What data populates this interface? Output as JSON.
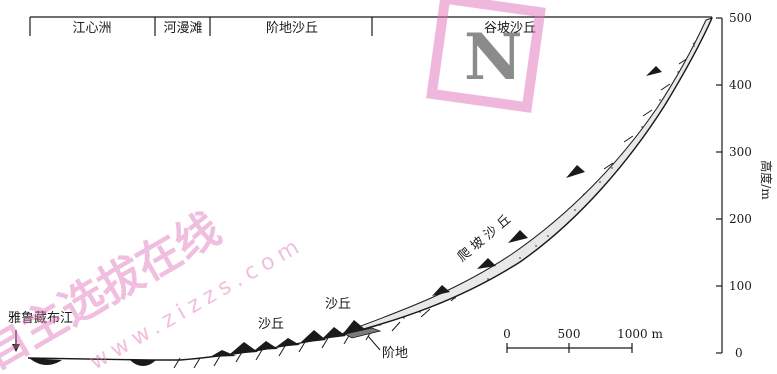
{
  "zones": [
    "江心洲",
    "河漫滩",
    "阶地沙丘",
    "谷坡沙丘"
  ],
  "axis": {
    "label": "高度/m",
    "ticks": [
      "500",
      "400",
      "300",
      "200",
      "100",
      "0"
    ]
  },
  "features": {
    "river": "雅鲁藏布江",
    "dune_left": "沙丘",
    "dune_right": "沙丘",
    "terrace": "阶地",
    "climbing_dune": "爬 坡 沙 丘"
  },
  "scale": {
    "labels": [
      "0",
      "500",
      "1000 m"
    ]
  },
  "watermark": {
    "cn": "自主选拔在线",
    "en": "www.zizzs.com",
    "logo": "N"
  }
}
